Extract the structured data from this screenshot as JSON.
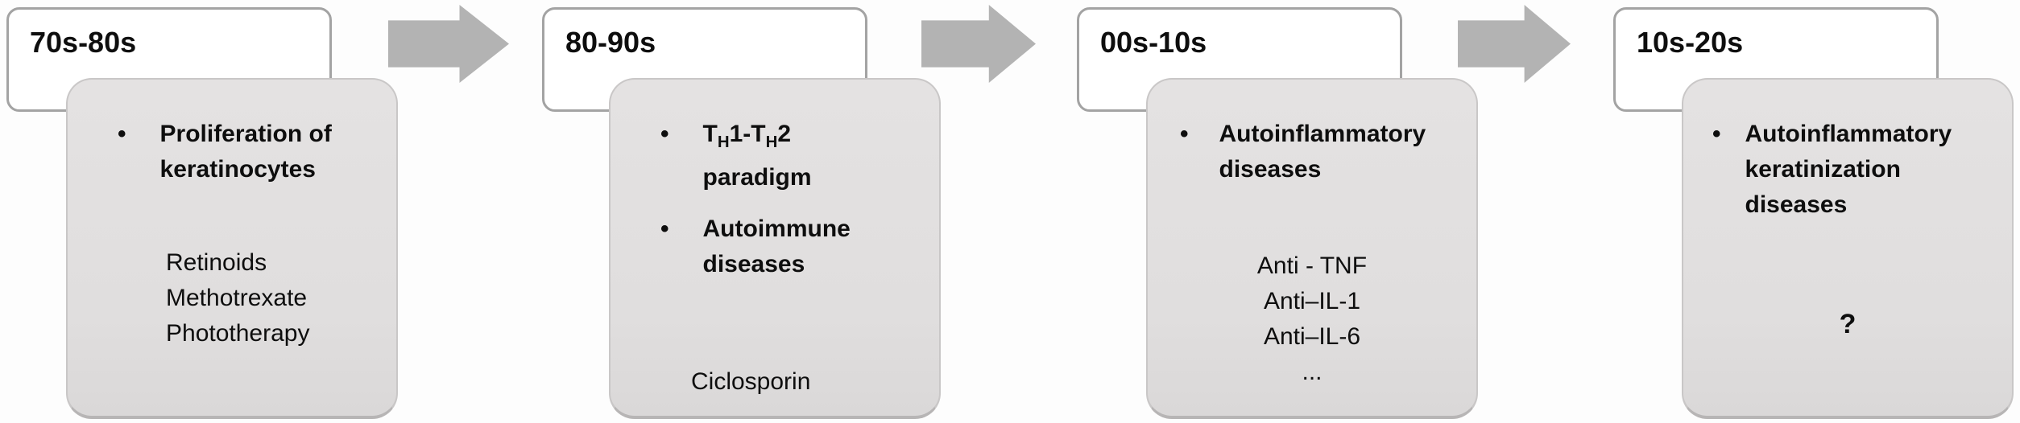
{
  "ui": {
    "bullet_glyph": "•"
  },
  "colors": {
    "box_fill": "#e0dede",
    "arrow": "#b3b3b3",
    "period_border": "#a3a3a3",
    "period_fill": "#ffffff",
    "text": "#0e0e0e"
  },
  "eras": [
    {
      "period": "70s-80s",
      "bullet": "Proliferation of keratinocytes",
      "items": [
        "Retinoids",
        "Methotrexate",
        "Phototherapy"
      ]
    },
    {
      "period": "80-90s",
      "bullet1_parts": {
        "t1": "T",
        "h1": "H",
        "t2": "1-T",
        "h2": "H",
        "t3": "2",
        "line2": "paradigm"
      },
      "bullet2": "Autoimmune diseases",
      "items": [
        "Ciclosporin"
      ]
    },
    {
      "period": "00s-10s",
      "bullet": "Autoinflammatory diseases",
      "items": [
        "Anti - TNF",
        "Anti–IL-1",
        "Anti–IL-6",
        "..."
      ]
    },
    {
      "period": "10s-20s",
      "bullet": "Autoinflammatory keratinization diseases",
      "items": [
        "?"
      ]
    }
  ]
}
